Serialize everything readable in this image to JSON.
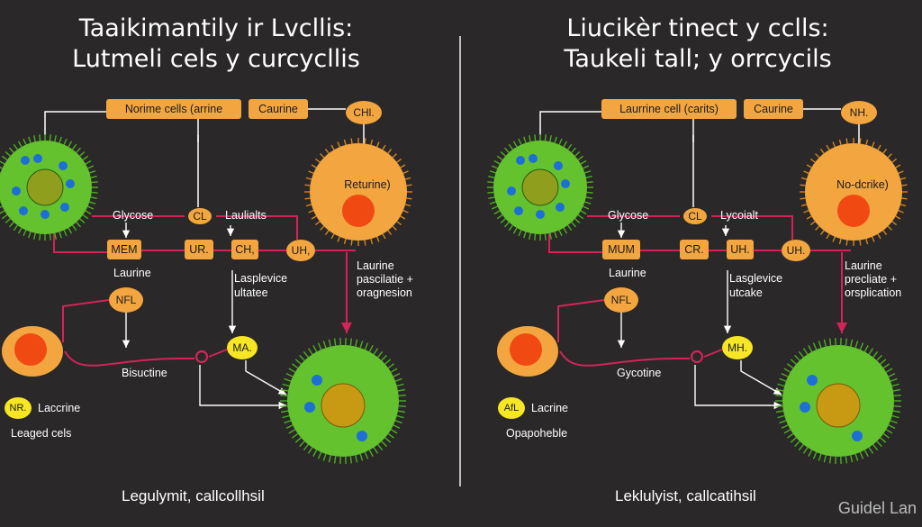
{
  "left": {
    "title_line1": "Taaikimantily ir Lvcllis:",
    "title_line2": "Lutmeli cels y curcycllis",
    "box_top": "Norime cells (arrine",
    "box_top2": "Caurine",
    "oval_top": "CHl.",
    "big_cell": "Returine)",
    "label_glycose": "Glycose",
    "oval_cl": "CL",
    "label_laul": "Laulialts",
    "box_mem": "MEM",
    "box_ur": "UR.",
    "box_ch": "CH,",
    "oval_uh": "UH,",
    "label_laurine": "Laurine",
    "oval_nfl": "NFL",
    "label_lasp_1": "Lasplevice",
    "label_lasp_2": "ultatee",
    "label_right_1": "Laurine",
    "label_right_2": "pascilatie +",
    "label_right_3": "oragnesion",
    "oval_ma": "MA.",
    "label_bis": "Bisuctine",
    "legend_badge": "NR.",
    "legend_label": "Laccrine",
    "legend_sub": "Leaged cels",
    "footer": "Legulymit, callcollhsil"
  },
  "right": {
    "title_line1": "Liucikèr tinect y cclls:",
    "title_line2": "Taukeli tall; y orrcycils",
    "box_top": "Laurrine cell (carits)",
    "box_top2": "Caurine",
    "oval_top": "NH.",
    "big_cell": "No-dcrike)",
    "label_glycose": "Glycose",
    "oval_cl": "CL",
    "label_laul": "Lycoialt",
    "box_mem": "MUM",
    "box_ur": "CR.",
    "box_ch": "UH.",
    "oval_uh": "UH.",
    "label_laurine": "Laurine",
    "oval_nfl": "NFL",
    "label_lasp_1": "Lasglevice",
    "label_lasp_2": "utcake",
    "label_right_1": "Laurine",
    "label_right_2": "precliate +",
    "label_right_3": "orsplication",
    "oval_ma": "MH.",
    "label_bis": "Gycotine",
    "legend_badge": "AfL",
    "legend_label": "Lacrine",
    "legend_sub": "Opapoheble",
    "footer": "Leklulyist, callcatihsil"
  },
  "watermark": "Guidel Lan",
  "colors": {
    "background": "#2a2828",
    "green_cell": "#64c22e",
    "nucleus": "#8f9e1c",
    "blue_dot": "#1d6fd6",
    "orange_cell": "#f3a640",
    "red_nucleus": "#f04a12",
    "pink_line": "#d3245a",
    "box_fill": "#f3a640",
    "yellow_oval": "#f6e623"
  }
}
